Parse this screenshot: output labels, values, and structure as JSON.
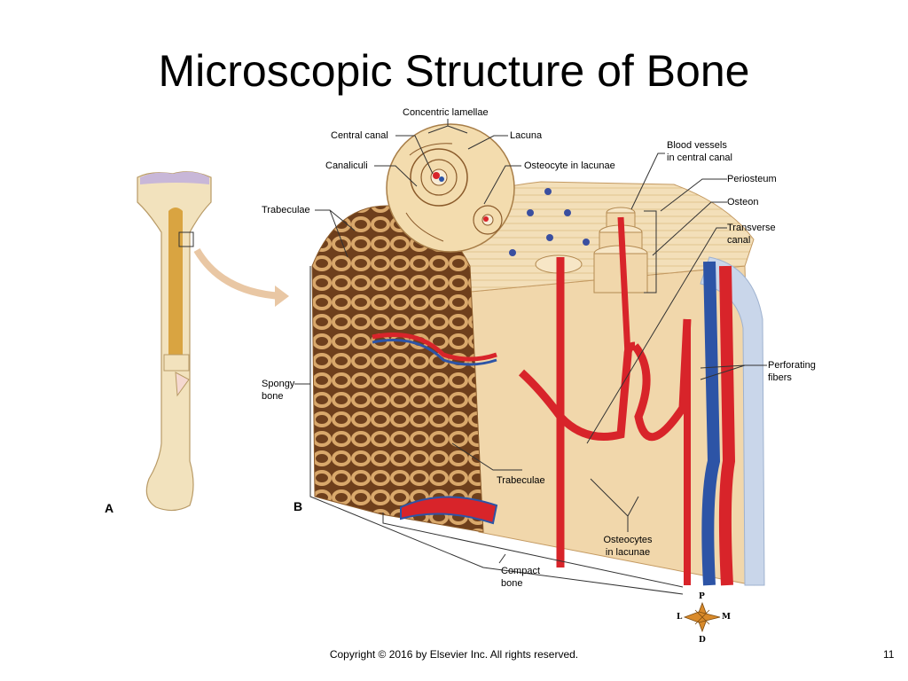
{
  "slide": {
    "title": "Microscopic Structure of Bone",
    "footer": "Copyright © 2016 by Elsevier Inc. All rights reserved.",
    "page_number": "11"
  },
  "panels": {
    "a": "A",
    "b": "B"
  },
  "labels": {
    "concentric_lamellae": "Concentric lamellae",
    "central_canal": "Central canal",
    "lacuna": "Lacuna",
    "canaliculi": "Canaliculi",
    "osteocyte_in_lacunae": "Osteocyte in lacunae",
    "blood_vessels_line1": "Blood vessels",
    "blood_vessels_line2": "in central canal",
    "periosteum": "Periosteum",
    "osteon": "Osteon",
    "trabeculae_top": "Trabeculae",
    "transverse_canal_line1": "Transverse",
    "transverse_canal_line2": "canal",
    "perforating_fibers_line1": "Perforating",
    "perforating_fibers_line2": "fibers",
    "spongy_bone_line1": "Spongy",
    "spongy_bone_line2": "bone",
    "trabeculae_bottom": "Trabeculae",
    "osteocytes_line1": "Osteocytes",
    "osteocytes_line2": "in lacunae",
    "compact_bone_line1": "Compact",
    "compact_bone_line2": "bone"
  },
  "compass": {
    "p": "P",
    "l": "L",
    "m": "M",
    "d": "D"
  },
  "colors": {
    "bone": "#f0dcb4",
    "bone_dark": "#d8b07a",
    "spongy": "#c8955a",
    "artery": "#d8242a",
    "vein": "#2d54a6",
    "periosteum": "#c9d6ea"
  }
}
